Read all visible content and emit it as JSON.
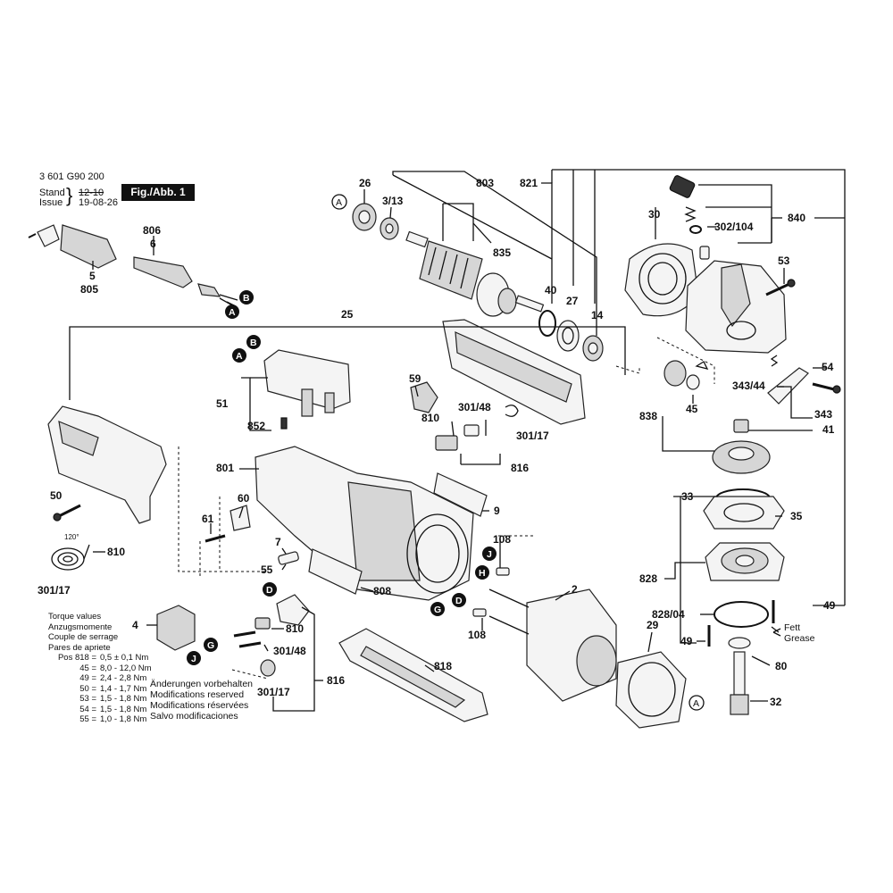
{
  "header": {
    "part_number": "3 601 G90 200",
    "stand_label": "Stand",
    "issue_label": "Issue",
    "stand_value": "12-10",
    "issue_value": "19-08-26",
    "figure": "Fig./Abb. 1"
  },
  "callouts": {
    "c26": "26",
    "c3_13": "3/13",
    "c803": "803",
    "c821": "821",
    "c30": "30",
    "c840": "840",
    "c302_104": "302/104",
    "c53": "53",
    "c835": "835",
    "c40": "40",
    "c27": "27",
    "c14": "14",
    "c806": "806",
    "c6": "6",
    "c5": "5",
    "c805": "805",
    "c25": "25",
    "c51": "51",
    "c852": "852",
    "c59": "59",
    "c301_48_a": "301/48",
    "c810_a": "810",
    "c301_17_a": "301/17",
    "c816_a": "816",
    "c54": "54",
    "c343_44": "343/44",
    "c45": "45",
    "c343": "343",
    "c838": "838",
    "c41": "41",
    "c50": "50",
    "c801": "801",
    "c60": "60",
    "c61": "61",
    "c9": "9",
    "c810_b": "810",
    "c301_17_b": "301/17",
    "c7": "7",
    "c55": "55",
    "c108_a": "108",
    "c808": "808",
    "c2": "2",
    "c108_b": "108",
    "c33": "33",
    "c35": "35",
    "c828": "828",
    "c828_04": "828/04",
    "c49_a": "49",
    "c49_b": "49",
    "c29": "29",
    "c4": "4",
    "c810_c": "810",
    "c301_48_b": "301/48",
    "c301_17_c": "301/17",
    "c816_b": "816",
    "c818": "818",
    "c80": "80",
    "c32": "32",
    "fett": "Fett",
    "grease": "Grease",
    "angle": "120°"
  },
  "connectors": {
    "A": "A",
    "B": "B",
    "D": "D",
    "G": "G",
    "H": "H",
    "J": "J"
  },
  "torque": {
    "title_lines": [
      "Torque values",
      "Anzugsmomente",
      "Couple de serrage",
      "Pares de apriete"
    ],
    "rows": [
      {
        "pos": "Pos 818 =",
        "value": "0,5 ± 0,1 Nm"
      },
      {
        "pos": "45 =",
        "value": "8,0 - 12,0 Nm"
      },
      {
        "pos": "49 =",
        "value": "2,4 - 2,8 Nm"
      },
      {
        "pos": "50 =",
        "value": "1,4 - 1,7 Nm"
      },
      {
        "pos": "53 =",
        "value": "1,5 - 1,8 Nm"
      },
      {
        "pos": "54 =",
        "value": "1,5 - 1,8 Nm"
      },
      {
        "pos": "55 =",
        "value": "1,0 - 1,8 Nm"
      }
    ]
  },
  "modifications": [
    "Änderungen vorbehalten",
    "Modifications reserved",
    "Modifications réservées",
    "Salvo modificaciones"
  ]
}
